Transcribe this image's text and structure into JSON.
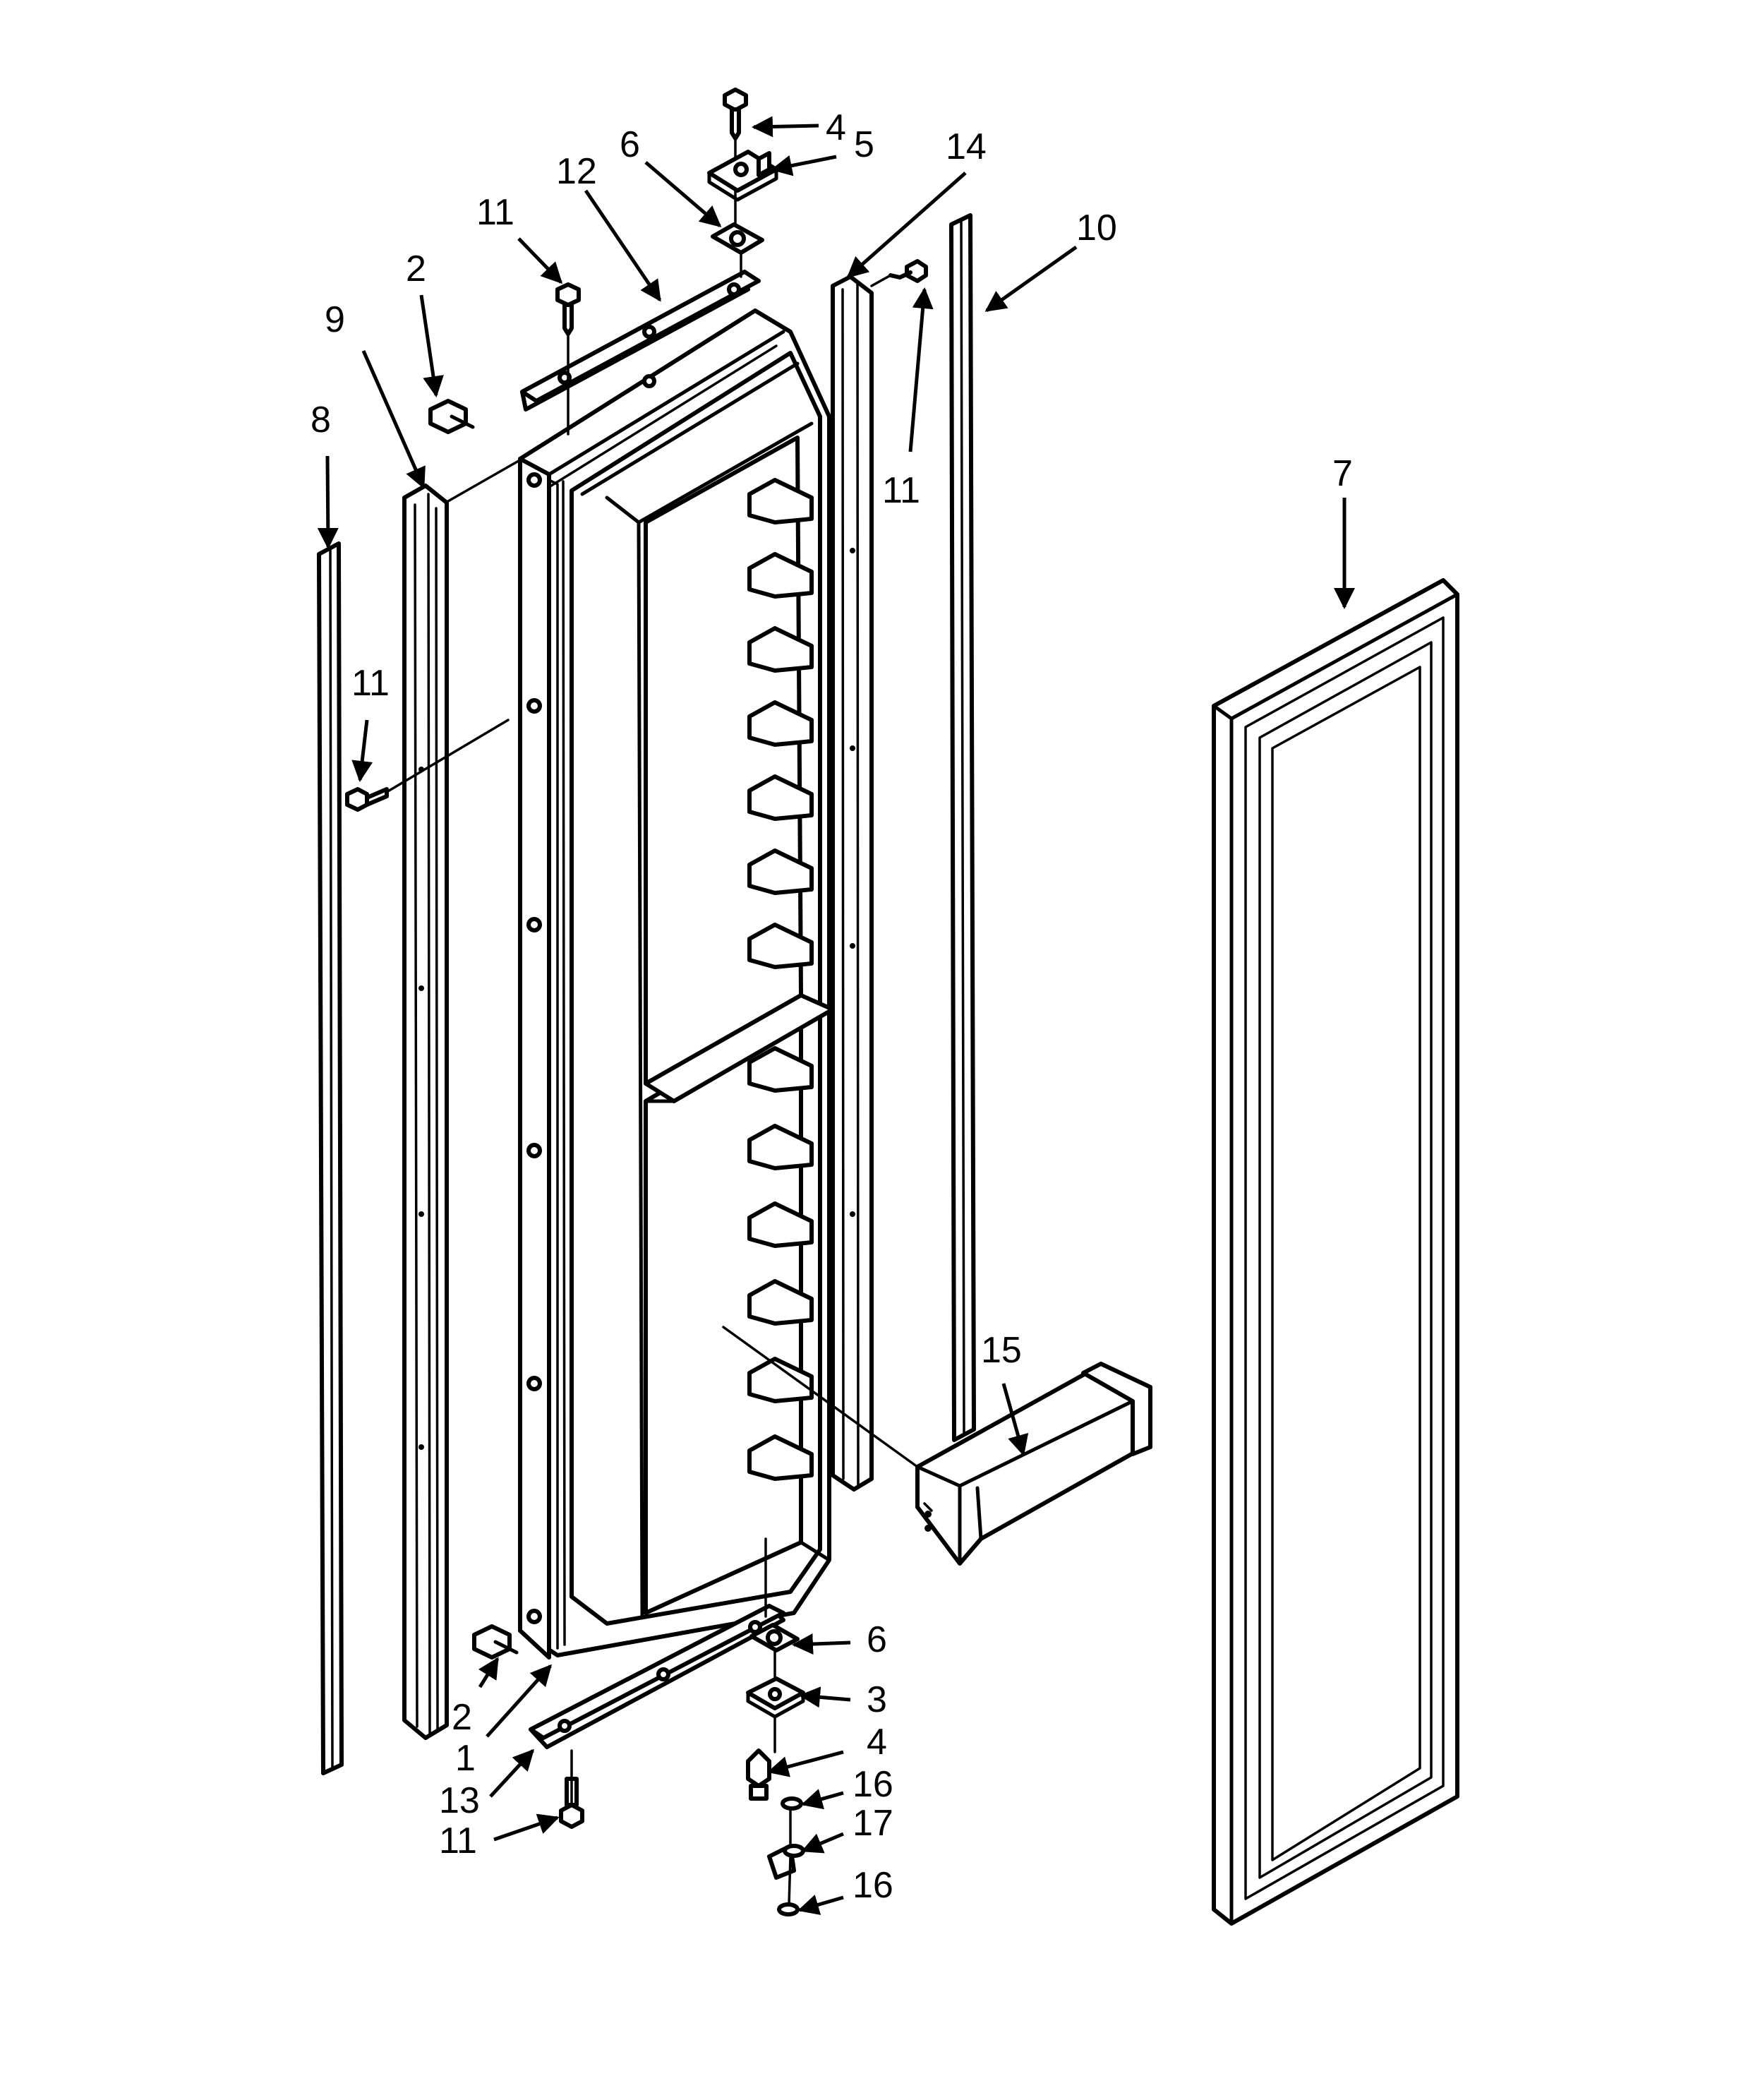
{
  "callouts": [
    "1",
    "2",
    "2",
    "3",
    "4",
    "4",
    "5",
    "6",
    "6",
    "7",
    "8",
    "9",
    "10",
    "11",
    "11",
    "11",
    "11",
    "12",
    "13",
    "14",
    "15",
    "16",
    "16",
    "17"
  ],
  "parts": [
    {
      "number": "1"
    },
    {
      "number": "2"
    },
    {
      "number": "3"
    },
    {
      "number": "4"
    },
    {
      "number": "5"
    },
    {
      "number": "6"
    },
    {
      "number": "7"
    },
    {
      "number": "8"
    },
    {
      "number": "9"
    },
    {
      "number": "10"
    },
    {
      "number": "11"
    },
    {
      "number": "12"
    },
    {
      "number": "13"
    },
    {
      "number": "14"
    },
    {
      "number": "15"
    },
    {
      "number": "16"
    },
    {
      "number": "17"
    }
  ]
}
